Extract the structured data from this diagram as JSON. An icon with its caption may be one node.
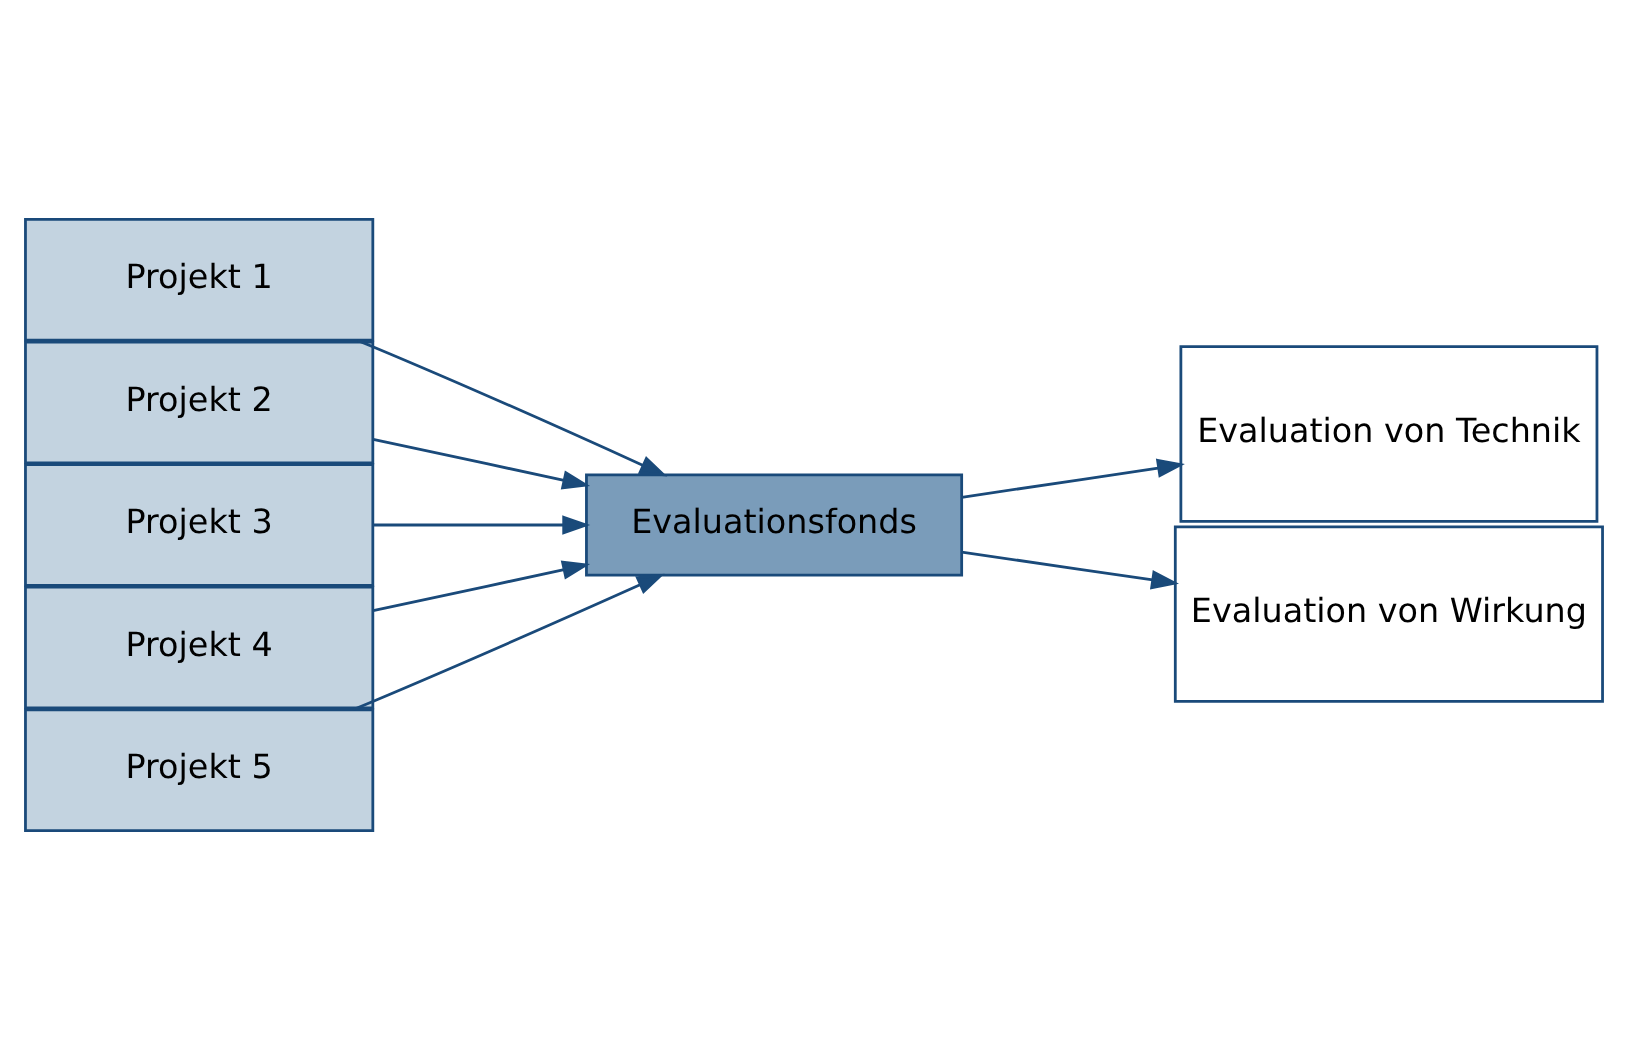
{
  "diagram": {
    "nodes": [
      {
        "text": [
          "Projekt 1"
        ]
      },
      {
        "text": [
          "Projekt 2"
        ]
      },
      {
        "text": [
          "Projekt 3"
        ]
      },
      {
        "text": [
          "Projekt 4"
        ]
      },
      {
        "text": [
          "Projekt 5"
        ]
      },
      {
        "text": [
          "Evaluationsfonds"
        ]
      },
      {
        "text": [
          "Evaluation von Technik"
        ]
      },
      {
        "text": [
          "Evaluation von Wirkung"
        ]
      }
    ],
    "edges": [
      {
        "from": 0,
        "to": 5,
        "arrow": "to"
      },
      {
        "from": 1,
        "to": 5,
        "arrow": "to"
      },
      {
        "from": 2,
        "to": 5,
        "arrow": "to"
      },
      {
        "from": 3,
        "to": 5,
        "arrow": "to"
      },
      {
        "from": 4,
        "to": 5,
        "arrow": "to"
      },
      {
        "from": 5,
        "to": 6,
        "arrow": "to"
      },
      {
        "from": 5,
        "to": 7,
        "arrow": "to"
      }
    ]
  }
}
